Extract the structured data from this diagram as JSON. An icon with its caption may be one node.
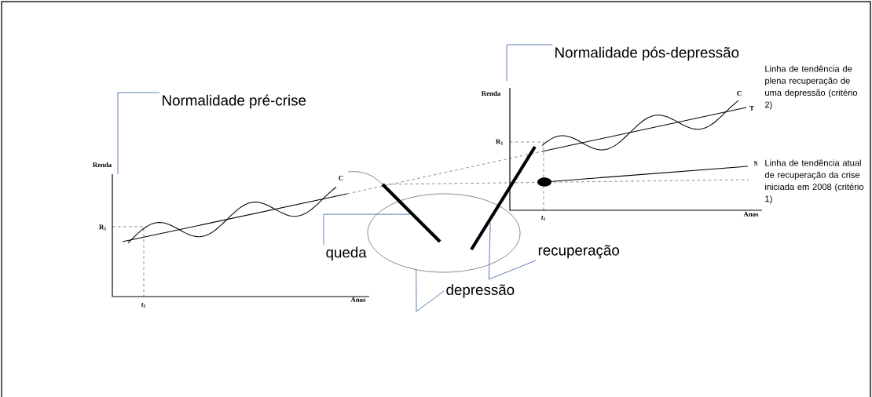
{
  "diagram": {
    "nodes": [
      {
        "text": [
          "Normalidade pré-crise"
        ]
      },
      {
        "text": [
          "Normalidade pós-depressão"
        ]
      },
      {
        "text": [
          "queda"
        ]
      },
      {
        "text": [
          "recuperação"
        ]
      },
      {
        "text": [
          "depressão"
        ]
      },
      {
        "text": [],
        "shape": "ellipse"
      },
      {
        "text": [],
        "shape": "line"
      },
      {
        "text": [],
        "shape": "line"
      }
    ],
    "edges": [
      {
        "from": 0,
        "to": null,
        "arrow": "none"
      },
      {
        "from": 1,
        "to": null,
        "arrow": "none"
      },
      {
        "from": 2,
        "to": 6,
        "arrow": "none"
      },
      {
        "from": 3,
        "to": 7,
        "arrow": "none"
      },
      {
        "from": 4,
        "to": 5,
        "arrow": "none"
      }
    ],
    "labels": [
      "Renda",
      "R$_{1}$",
      "C",
      "t$_{1}$",
      "Anos",
      "Renda",
      "R$_{1}$",
      "C",
      "T",
      "S",
      "t$_{1}$",
      "Anos",
      "Linha de tendência de plena recuperação de uma depressão (critério 2)",
      "Linha de tendência atual de recuperação da crise iniciada em 2008 (critério 1)"
    ]
  }
}
